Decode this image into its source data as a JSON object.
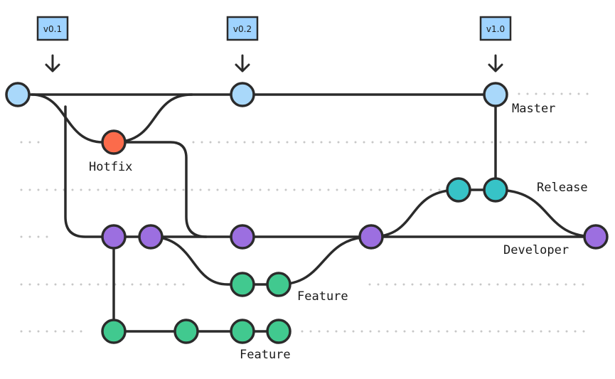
{
  "colors": {
    "master": "#a9d8fa",
    "hotfix": "#fb6b4b",
    "developer": "#9c6fe0",
    "feature": "#41c98f",
    "release": "#37c3c7"
  },
  "tags": [
    {
      "label": "v0.1"
    },
    {
      "label": "v0.2"
    },
    {
      "label": "v1.0"
    }
  ],
  "branches": {
    "master": "Master",
    "hotfix": "Hotfix",
    "release": "Release",
    "developer": "Developer",
    "feature_1": "Feature",
    "feature_2": "Feature"
  }
}
